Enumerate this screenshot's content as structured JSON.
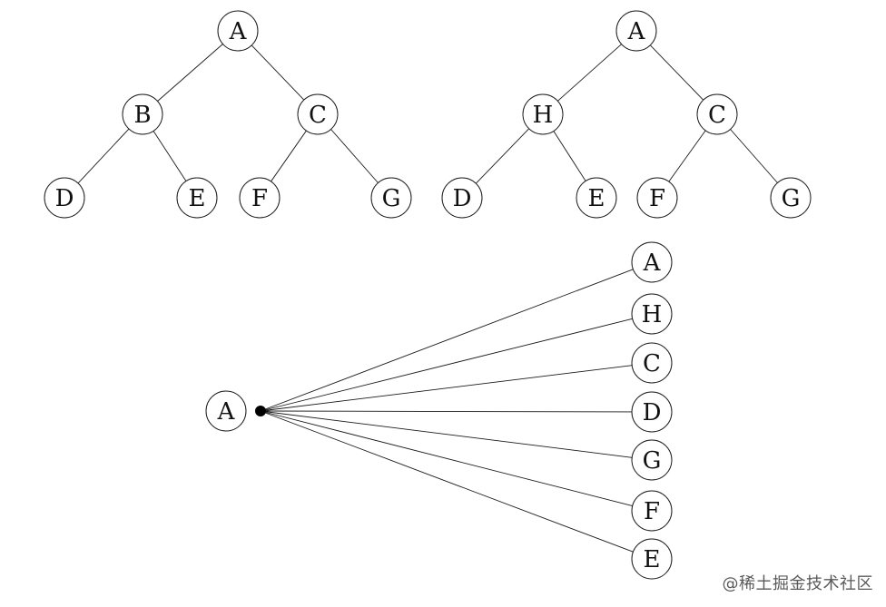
{
  "tree_left": {
    "nodes": [
      {
        "id": "A",
        "label": "A"
      },
      {
        "id": "B",
        "label": "B"
      },
      {
        "id": "C",
        "label": "C"
      },
      {
        "id": "D",
        "label": "D"
      },
      {
        "id": "E",
        "label": "E"
      },
      {
        "id": "F",
        "label": "F"
      },
      {
        "id": "G",
        "label": "G"
      }
    ],
    "edges": [
      [
        "A",
        "B"
      ],
      [
        "A",
        "C"
      ],
      [
        "B",
        "D"
      ],
      [
        "B",
        "E"
      ],
      [
        "C",
        "F"
      ],
      [
        "C",
        "G"
      ]
    ]
  },
  "tree_right": {
    "nodes": [
      {
        "id": "A",
        "label": "A"
      },
      {
        "id": "H",
        "label": "H"
      },
      {
        "id": "C",
        "label": "C"
      },
      {
        "id": "D",
        "label": "D"
      },
      {
        "id": "E",
        "label": "E"
      },
      {
        "id": "F",
        "label": "F"
      },
      {
        "id": "G",
        "label": "G"
      }
    ],
    "edges": [
      [
        "A",
        "H"
      ],
      [
        "A",
        "C"
      ],
      [
        "H",
        "D"
      ],
      [
        "H",
        "E"
      ],
      [
        "C",
        "F"
      ],
      [
        "C",
        "G"
      ]
    ]
  },
  "fan": {
    "source": {
      "label": "A"
    },
    "targets": [
      "A",
      "H",
      "C",
      "D",
      "G",
      "F",
      "E"
    ]
  },
  "watermark": "@稀土掘金技术社区"
}
